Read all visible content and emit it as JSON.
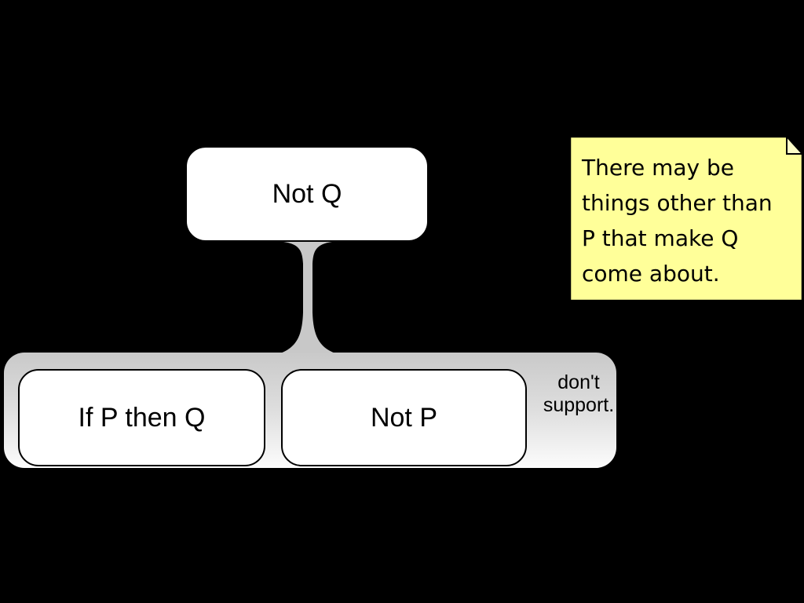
{
  "slide": {
    "background": "#000000",
    "argument_map": {
      "conclusion": {
        "label": "Not Q"
      },
      "premises": [
        {
          "label": "If P then Q"
        },
        {
          "label": "Not P"
        }
      ],
      "relation": {
        "text": "don't support.",
        "lines": [
          "don't",
          "support."
        ]
      },
      "colors": {
        "connector_gray": "#c8c8c8",
        "group_gradient_top": "#c9c9c9",
        "group_gradient_bottom": "#fcfcfc",
        "box_fill": "#ffffff",
        "box_border": "#000000"
      }
    },
    "sticky_note": {
      "text": "There may be things other than P that make Q come about.",
      "lines": [
        "There may be",
        "things other than",
        "P that make Q",
        "come about."
      ],
      "fill": "#ffff99",
      "fold_fill": "#ffffc8",
      "border": "#000000"
    }
  }
}
